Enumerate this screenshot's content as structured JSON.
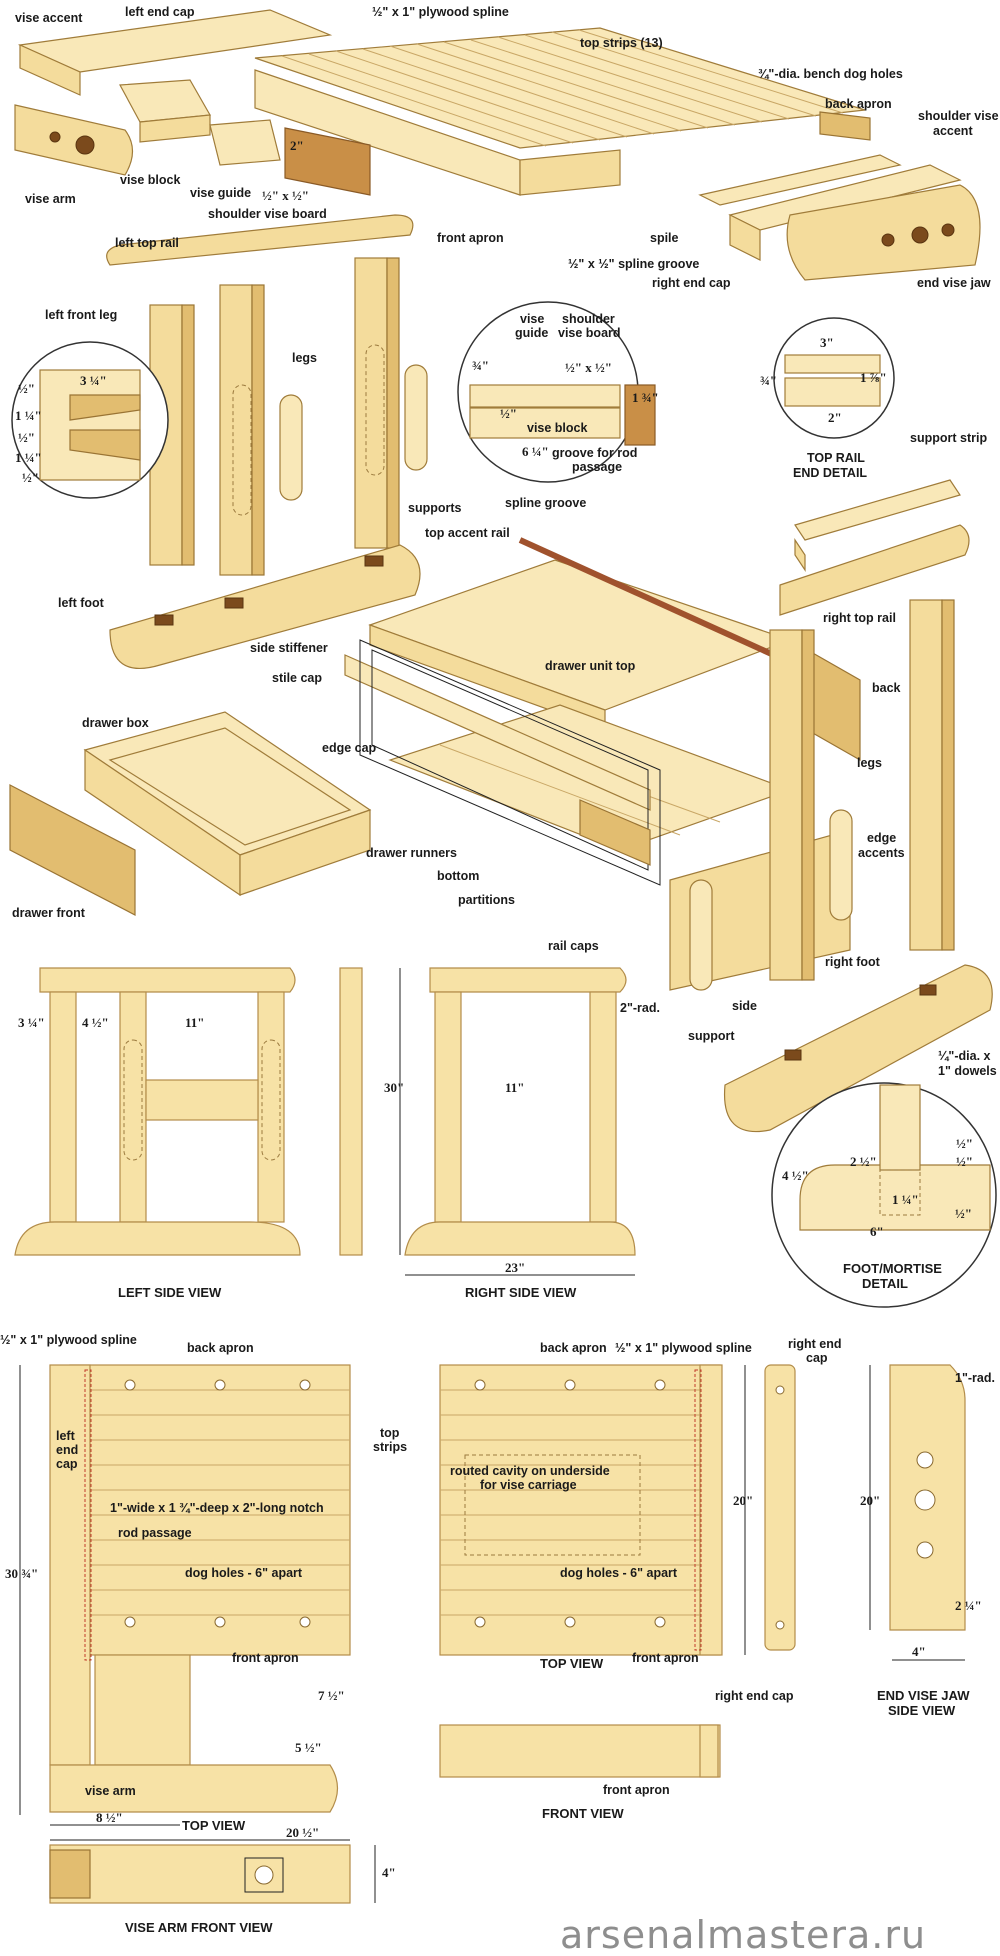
{
  "labels": {
    "vise_accent": "vise accent",
    "left_end_cap": "left end cap",
    "plywood_spline_top": "½\" x 1\" plywood spline",
    "top_strips": "top strips (13)",
    "bench_dog_holes": "¾\"-dia. bench dog holes",
    "back_apron": "back apron",
    "shoulder_vise_accent_1": "shoulder vise",
    "shoulder_vise_accent_2": "accent",
    "vise_arm": "vise arm",
    "vise_block": "vise block",
    "vise_guide": "vise guide",
    "spline_half": "½\" x ½\"",
    "shoulder_vise_board": "shoulder vise board",
    "front_apron": "front apron",
    "spile": "spile",
    "spline_groove_top": "½\" x ½\" spline groove",
    "right_end_cap": "right end cap",
    "end_vise_jaw": "end vise jaw",
    "left_top_rail": "left top rail",
    "left_front_leg": "left front leg",
    "legs": "legs",
    "supports": "supports",
    "dim_2in": "2\"",
    "detail_vise_guide_1": "vise",
    "detail_vise_guide_2": "guide",
    "detail_shoulder_1": "shoulder",
    "detail_shoulder_2": "vise board",
    "detail_half": "½\" x ½\"",
    "detail_vise_block": "vise block",
    "detail_groove_1": "groove for rod",
    "detail_groove_2": "passage",
    "detail_spline_groove": "spline groove",
    "top_rail_end_detail_1": "TOP RAIL",
    "top_rail_end_detail_2": "END DETAIL",
    "support_strip": "support strip",
    "right_top_rail": "right top rail",
    "top_accent_rail": "top accent rail",
    "left_foot": "left foot",
    "side_stiffener": "side stiffener",
    "stile_cap": "stile cap",
    "drawer_unit_top": "drawer unit top",
    "back": "back",
    "drawer_box": "drawer box",
    "edge_cap": "edge cap",
    "legs_right": "legs",
    "edge_accents_1": "edge",
    "edge_accents_2": "accents",
    "drawer_runners": "drawer runners",
    "bottom": "bottom",
    "drawer_front": "drawer front",
    "partitions": "partitions",
    "rail_caps": "rail caps",
    "right_foot": "right foot",
    "side": "side",
    "support": "support",
    "dowels_1": "¼\"-dia. x",
    "dowels_2": "1\" dowels",
    "left_side_view": "LEFT SIDE VIEW",
    "right_side_view": "RIGHT SIDE VIEW",
    "rad_2in": "2\"-rad.",
    "foot_mortise_1": "FOOT/MORTISE",
    "foot_mortise_2": "DETAIL",
    "plan_spline_left": "½\" x 1\" plywood spline",
    "plan_back_apron_left": "back apron",
    "plan_back_apron_right": "back apron",
    "plan_spline_right": "½\" x 1\" plywood spline",
    "plan_right_end_cap_1": "right end",
    "plan_right_end_cap_2": "cap",
    "plan_left_end_cap_1": "left",
    "plan_left_end_cap_2": "end",
    "plan_left_end_cap_3": "cap",
    "plan_top_strips_1": "top",
    "plan_top_strips_2": "strips",
    "routed_cavity_1": "routed cavity on underside",
    "routed_cavity_2": "for vise carriage",
    "notch": "1\"-wide x 1 ¾\"-deep x 2\"-long notch",
    "rod_passage": "rod passage",
    "dog_holes_left": "dog holes - 6\" apart",
    "dog_holes_right": "dog holes - 6\" apart",
    "plan_front_apron_left": "front apron",
    "plan_front_apron_right": "front apron",
    "top_view_right": "TOP VIEW",
    "top_view_left": "TOP VIEW",
    "vise_arm_plan": "vise arm",
    "rad_1in": "1\"-rad.",
    "end_vise_side_view_1": "END VISE JAW",
    "end_vise_side_view_2": "SIDE VIEW",
    "front_view_right_end_cap": "right end cap",
    "front_view_front_apron": "front apron",
    "front_view": "FRONT VIEW",
    "vise_arm_front_view": "VISE ARM FRONT VIEW"
  },
  "dimensions": {
    "leg_detail_w": "3 ¼\"",
    "leg_detail_a": "½\"",
    "leg_detail_b": "1 ¼\"",
    "leg_detail_c": "½\"",
    "leg_detail_d": "1 ¼\"",
    "leg_detail_e": "½\"",
    "vise_detail_34": "¾\"",
    "vise_detail_half": "½\"",
    "vise_detail_134": "1 ¾\"",
    "vise_detail_614": "6 ¼\"",
    "rail_detail_3": "3\"",
    "rail_detail_34": "¾\"",
    "rail_detail_178": "1 ⅞\"",
    "rail_detail_2": "2\"",
    "side_314": "3 ¼\"",
    "side_412": "4 ½\"",
    "side_11a": "11\"",
    "side_30": "30\"",
    "side_11b": "11\"",
    "side_23": "23\"",
    "foot_412": "4 ½\"",
    "foot_212": "2 ½\"",
    "foot_114": "1 ¼\"",
    "foot_h1": "½\"",
    "foot_h2": "½\"",
    "foot_6": "6\"",
    "foot_h3": "½\"",
    "plan_3034": "30 ¾\"",
    "plan_20a": "20\"",
    "plan_20b": "20\"",
    "plan_712": "7 ½\"",
    "plan_512": "5 ½\"",
    "plan_812": "8 ½\"",
    "plan_2012": "20 ½\"",
    "plan_4": "4\"",
    "plan_214": "2 ¼\"",
    "plan_4b": "4\""
  },
  "watermark": "arsenalmastera.ru"
}
